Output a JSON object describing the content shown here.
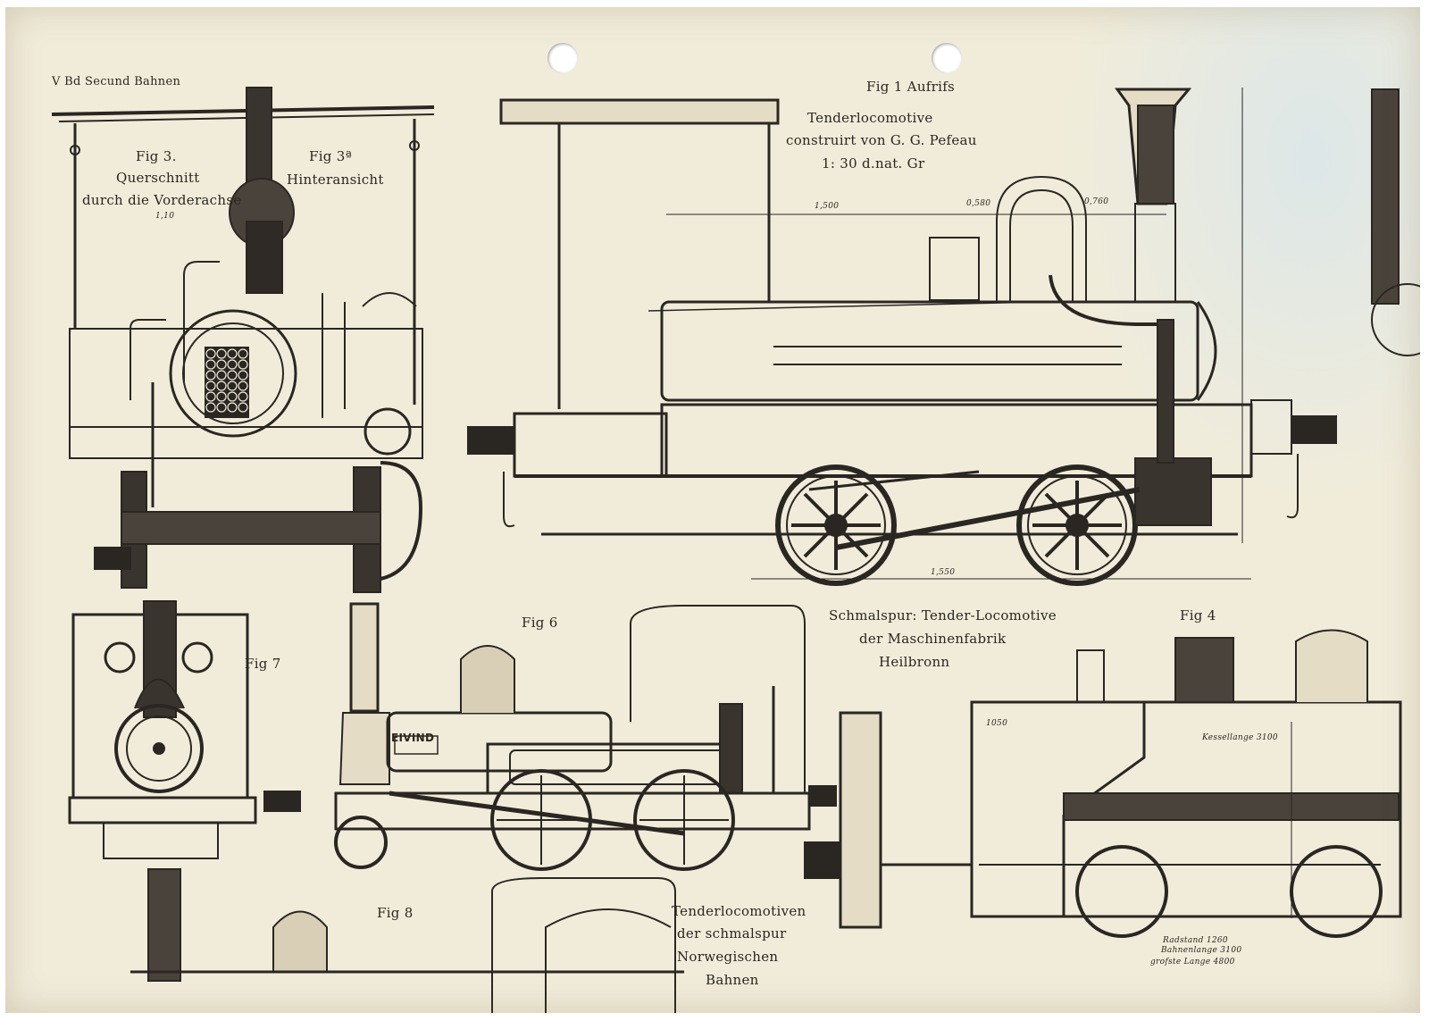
{
  "sheet": {
    "header": "V Bd  Secund Bahnen",
    "fig1": {
      "title": "Fig 1  Aufrifs",
      "line1": "Tenderlocomotive",
      "line2": "construirt von G. G. Pefeau",
      "scale": "1: 30 d.nat. Gr"
    },
    "fig3": {
      "number": "Fig 3.",
      "line1": "Querschnitt",
      "line2": "durch die Vorderachse"
    },
    "fig3a": {
      "number": "Fig 3ª",
      "line1": "Hinteransicht"
    },
    "fig4": {
      "number": "Fig 4"
    },
    "fig6": {
      "number": "Fig 6"
    },
    "fig7": {
      "number": "Fig 7"
    },
    "fig8": {
      "number": "Fig 8"
    },
    "locomotive_name": "EIVIND",
    "schmalspur": {
      "line1": "Schmalspur: Tender-Locomotive",
      "line2": "der  Maschinenfabrik",
      "line3": "Heilbronn"
    },
    "norwegian": {
      "line1": "Tenderlocomotiven",
      "line2": "der schmalspur",
      "line3": "Norwegischen",
      "line4": "Bahnen"
    },
    "dimensions": {
      "d1_500": "1,500",
      "d0_580": "0,580",
      "d0_760": "0,760",
      "d1_10": "1,10",
      "d1_550": "1,550",
      "kessel": "Kessellange 3100",
      "d1050": "1050",
      "total_len": "grofste Lange 4800",
      "radstand": "Radstand 1260",
      "bahnen": "Bahnenlange 3100"
    }
  }
}
